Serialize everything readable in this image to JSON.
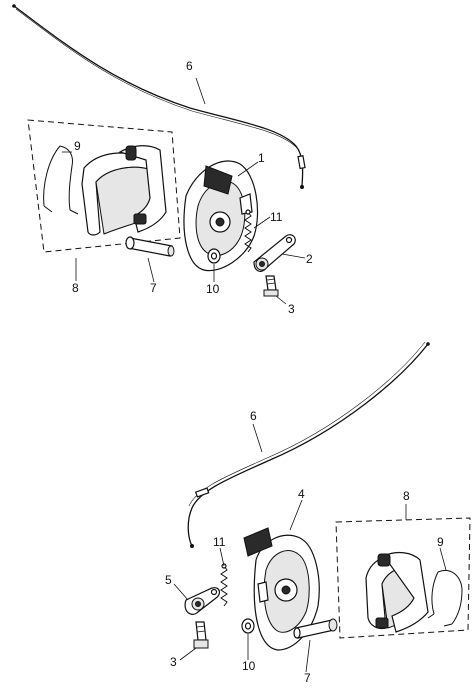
{
  "callouts": {
    "top": {
      "n1": "1",
      "n2": "2",
      "n3": "3",
      "n6": "6",
      "n7": "7",
      "n8": "8",
      "n9": "9",
      "n10": "10",
      "n11": "11"
    },
    "bottom": {
      "n3": "3",
      "n4": "4",
      "n5": "5",
      "n6": "6",
      "n7": "7",
      "n8": "8",
      "n9": "9",
      "n10": "10",
      "n11": "11"
    }
  }
}
